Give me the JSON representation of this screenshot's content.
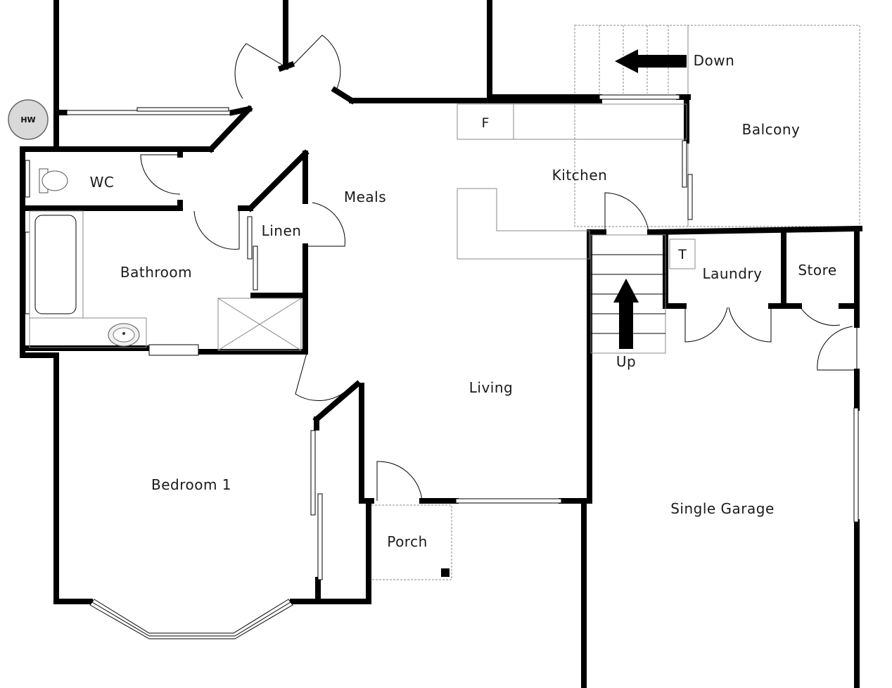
{
  "rooms": {
    "wc": "WC",
    "bathroom": "Bathroom",
    "linen": "Linen",
    "meals": "Meals",
    "kitchen": "Kitchen",
    "fridge": "F",
    "balcony": "Balcony",
    "down": "Down",
    "tub": "T",
    "laundry": "Laundry",
    "store": "Store",
    "up": "Up",
    "living": "Living",
    "bedroom1": "Bedroom 1",
    "porch": "Porch",
    "garage": "Single Garage",
    "hot_water": "HW"
  },
  "colors": {
    "wall": "#000000",
    "hot_water_fill": "#d9d9d9",
    "balcony_line": "#888888"
  },
  "icons": {
    "stairs_up": "arrow-up-icon",
    "stairs_down": "arrow-left-icon",
    "hot_water": "hot-water-unit-icon",
    "sink": "basin-icon",
    "toilet": "toilet-icon",
    "bath": "bathtub-icon"
  }
}
